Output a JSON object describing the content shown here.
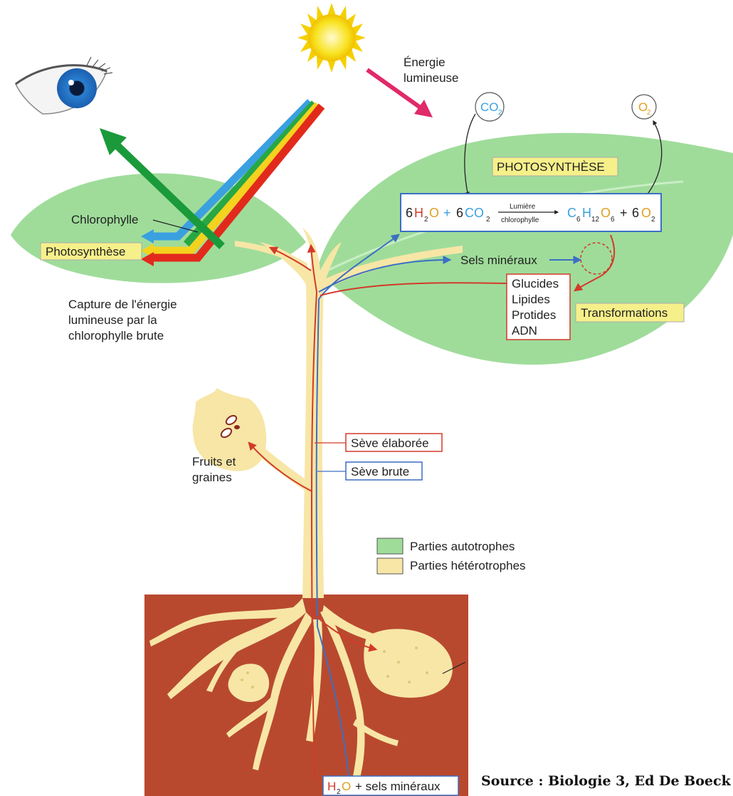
{
  "labels": {
    "energie_line1": "Énergie",
    "energie_line2": "lumineuse",
    "chlorophylle": "Chlorophylle",
    "photosynthese_left": "Photosynthèse",
    "capture_line1": "Capture de l'énergie",
    "capture_line2": "lumineuse par la",
    "capture_line3": "chlorophylle brute",
    "photosynthese_title": "PHOTOSYNTHÈSE",
    "co2": "CO",
    "co2_sub": "2",
    "o2": "O",
    "o2_sub": "2",
    "sels_mineraux": "Sels minéraux",
    "glucides": "Glucides",
    "lipides": "Lipides",
    "protides": "Protides",
    "adn": "ADN",
    "transformations": "Transformations",
    "seve_elaboree": "Sève élaborée",
    "seve_brute": "Sève brute",
    "fruits_line1": "Fruits et",
    "fruits_line2": "graines",
    "legend_autotrophes": "Parties autotrophes",
    "legend_heterotrophes": "Parties hétérotrophes",
    "h2o_plus": "+ sels minéraux"
  },
  "equation": {
    "c1": "6",
    "h": "H",
    "h_sub": "2",
    "o": "O",
    "plus1": "+",
    "c2": "6",
    "co": "CO",
    "co_sub": "2",
    "arrow_top": "Lumière",
    "arrow_bottom": "chlorophylle",
    "c": "C",
    "c_sub": "6",
    "h2": "H",
    "h2_sub": "12",
    "o3": "O",
    "o3_sub": "6",
    "plus2": "+",
    "c3": "6",
    "o4": "O",
    "o4_sub": "2"
  },
  "root_formula": {
    "h": "H",
    "sub": "2",
    "o": "O"
  },
  "source": "Source : Biologie 3, Ed De Boeck",
  "colors": {
    "leaf_green": "#9fdc9a",
    "heterotroph_yellow": "#f7e6a6",
    "soil": "#b8492f",
    "sap_red": "#d23a2a",
    "sap_blue": "#3c6fc4",
    "label_yellow": "#f6f08a",
    "sun": "#f8e21f",
    "energy_arrow": "#e02a6a",
    "green_arrow": "#1a9a3a"
  },
  "icons": {
    "sun": "sun-icon",
    "eye": "eye-icon"
  }
}
